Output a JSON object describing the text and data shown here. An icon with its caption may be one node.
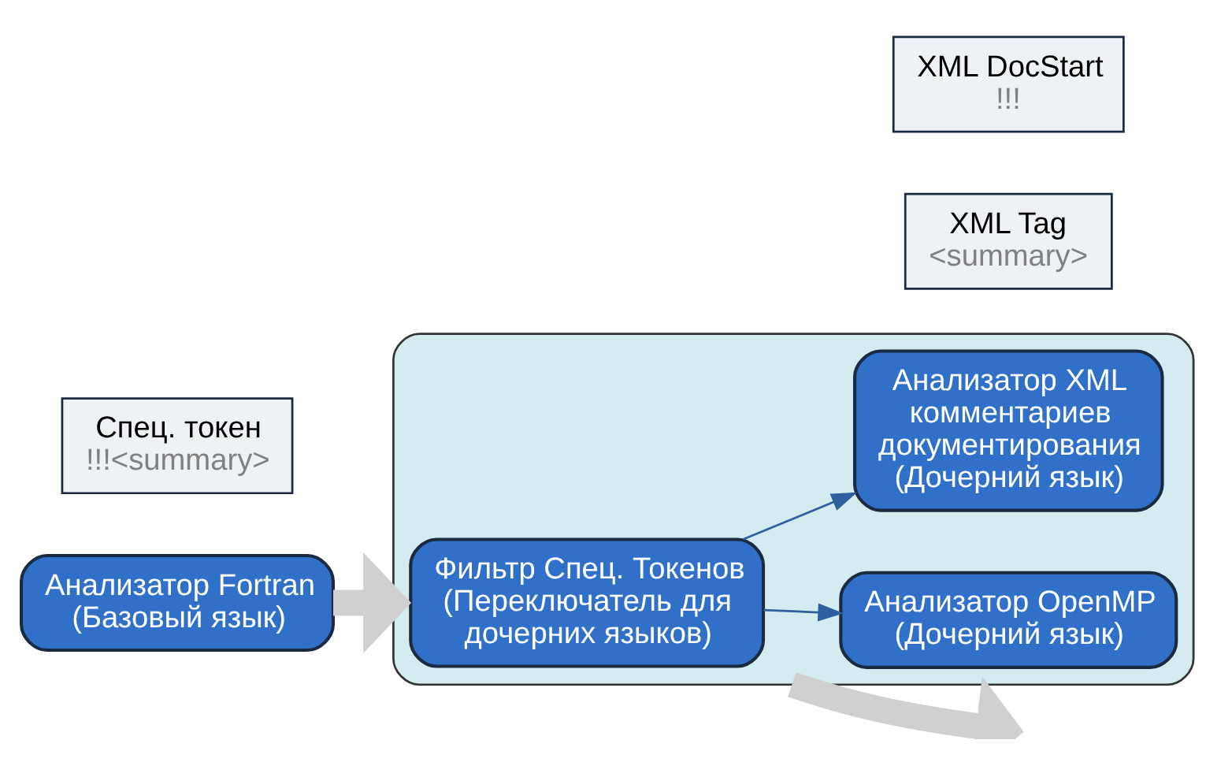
{
  "diagram": {
    "nodes": [
      {
        "text": [
          "Спец. токен",
          "!!!<summary>"
        ]
      },
      {
        "text": [
          "XML DocStart",
          "!!!"
        ]
      },
      {
        "text": [
          "XML Tag",
          "<summary>"
        ]
      },
      {
        "text": [
          "Анализатор Fortran (Базовый язык)"
        ]
      },
      {
        "text": [],
        "shape": "box"
      },
      {
        "text": [
          "Фильтр Спец. Токенов (Переключатель для дочерних языков)"
        ],
        "in": 4
      },
      {
        "text": [
          "Анализатор XML комментариев документирования (Дочерний язык)"
        ],
        "in": 4
      },
      {
        "text": [
          "Анализатор OpenMP (Дочерний язык)"
        ],
        "in": 4
      }
    ],
    "edges": [
      {
        "from": 3,
        "to": 4,
        "arrow": "to",
        "style": "thick",
        "color": "#d0d0d0"
      },
      {
        "from": 4,
        "to": null,
        "arrow": "to",
        "style": "thick",
        "color": "#d0d0d0"
      },
      {
        "from": 5,
        "to": 6,
        "arrow": "to",
        "color": "#2f5f9f"
      },
      {
        "from": 5,
        "to": 7,
        "arrow": "to",
        "color": "#2f5f9f"
      }
    ]
  }
}
